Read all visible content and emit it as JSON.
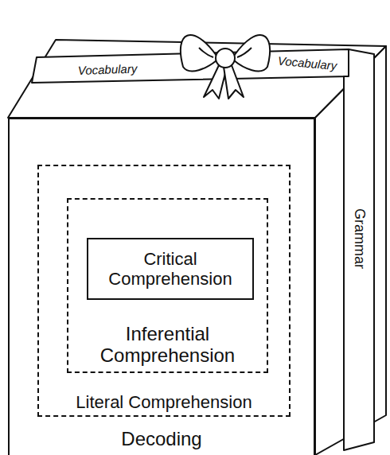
{
  "diagram": {
    "nodes": [
      {
        "text": [
          "Decoding"
        ]
      },
      {
        "text": [
          "Literal Comprehension"
        ],
        "in": 0
      },
      {
        "text": [
          "Inferential Comprehension"
        ],
        "in": 1
      },
      {
        "text": [
          "Critical Comprehension"
        ],
        "in": 2
      }
    ],
    "labels": [
      "Vocabulary",
      "Vocabulary",
      "Grammar"
    ]
  }
}
